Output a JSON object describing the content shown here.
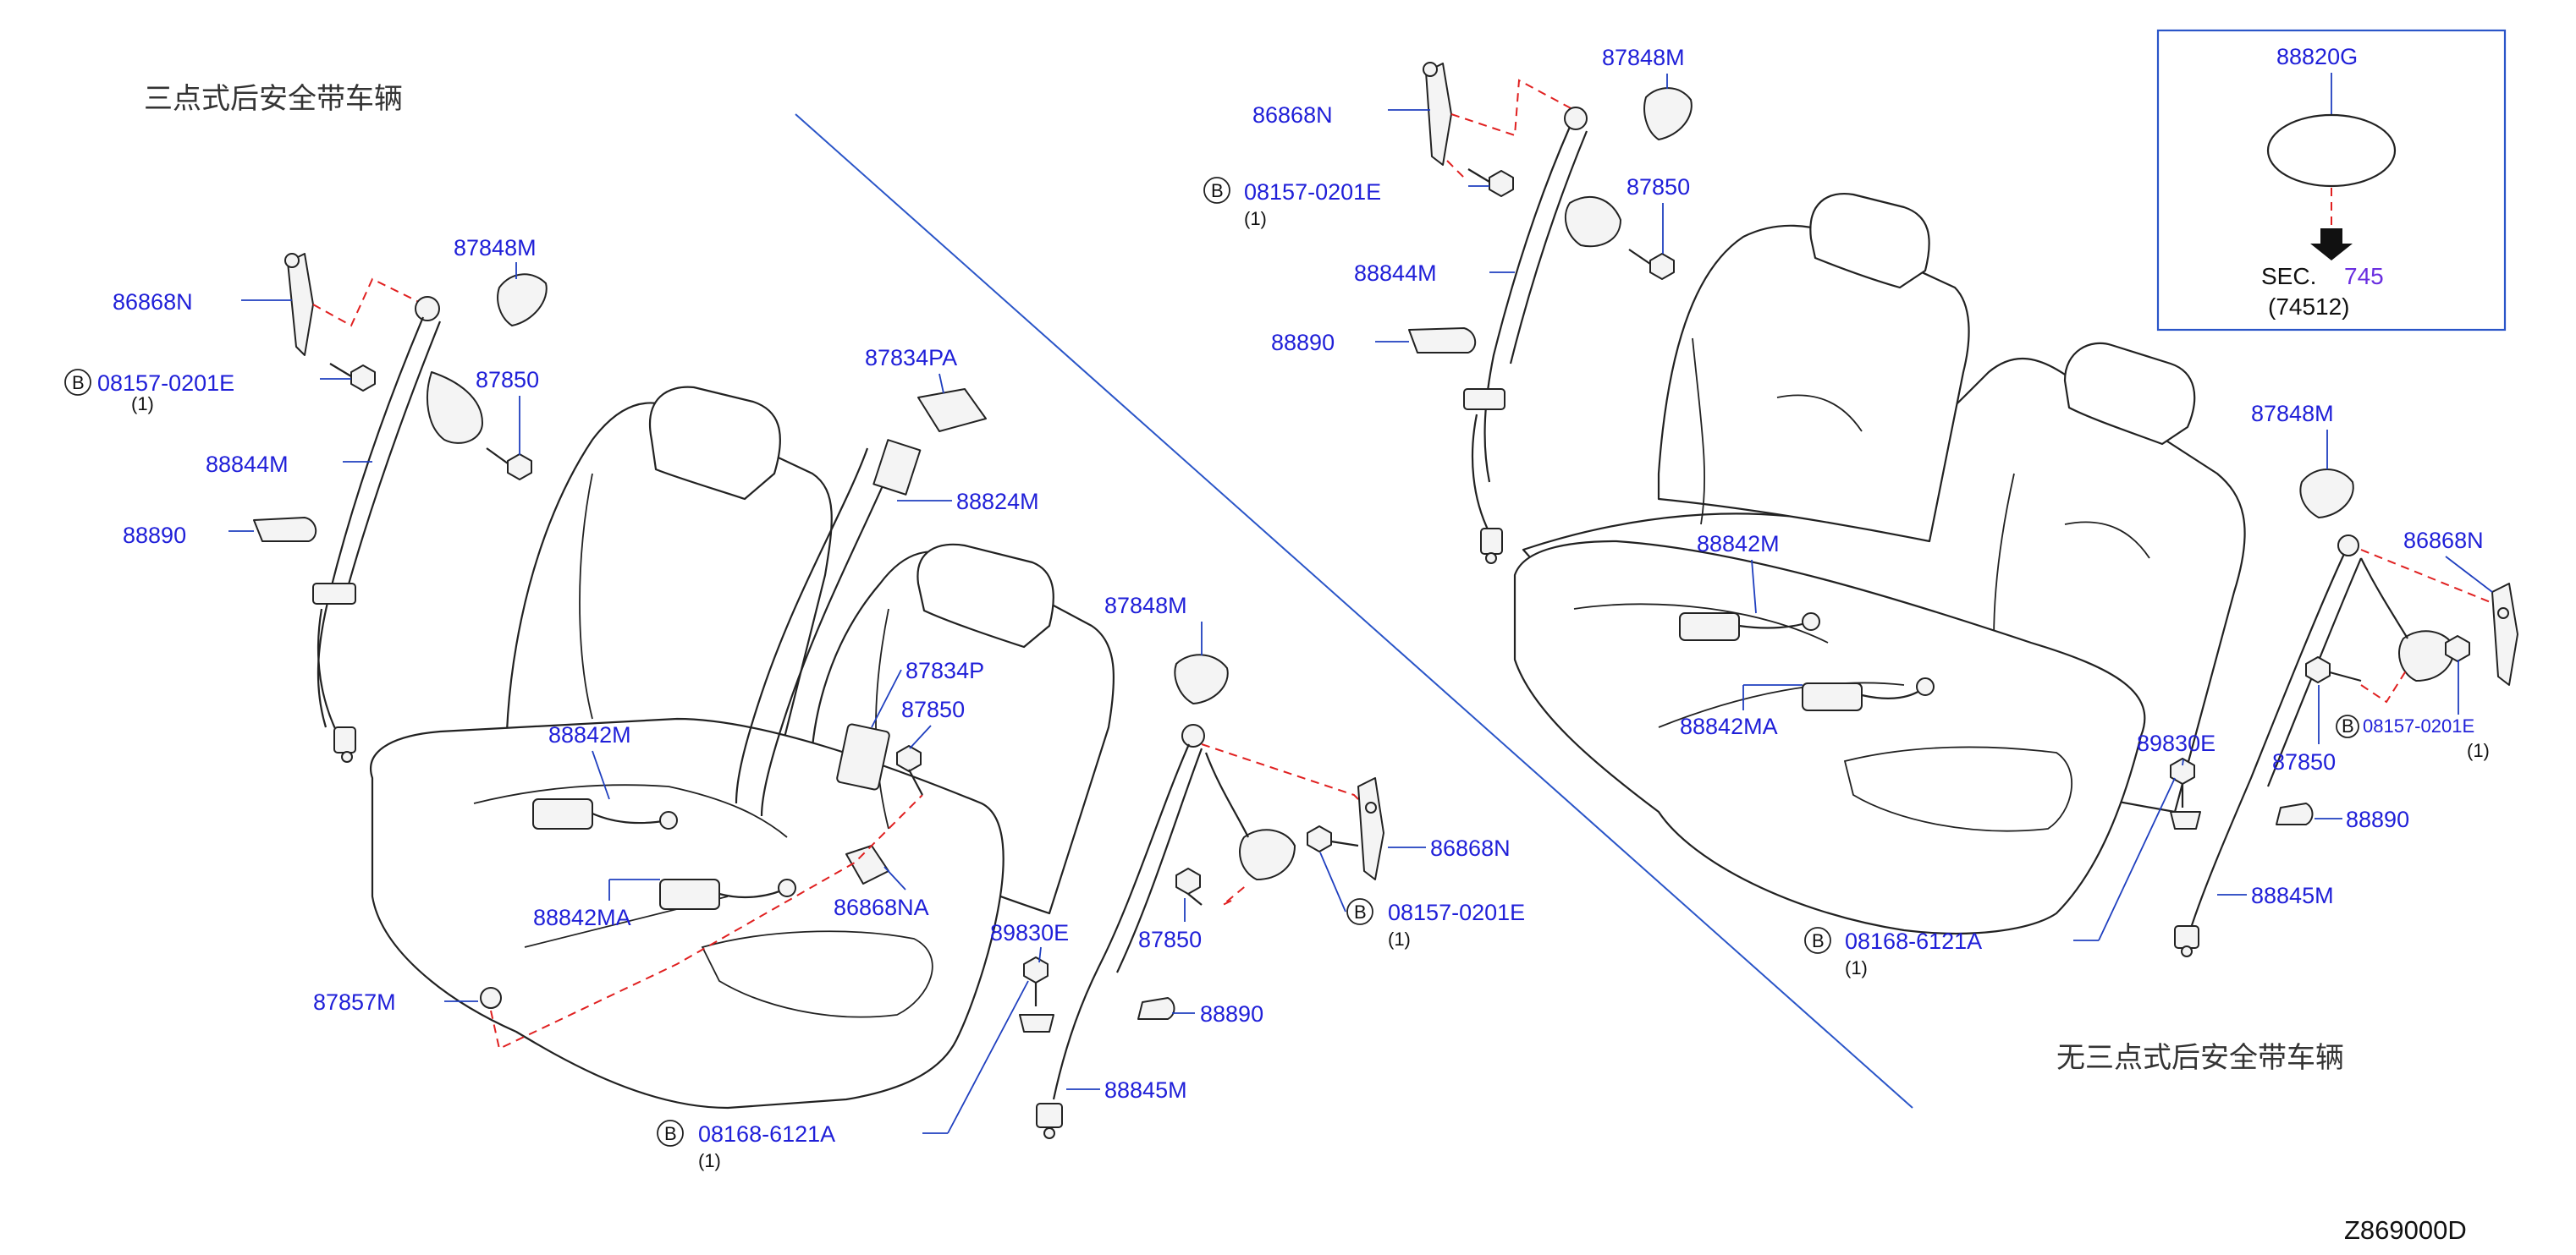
{
  "headings": {
    "left": "三点式后安全带车辆",
    "right": "无三点式后安全带车辆"
  },
  "diagram_code": "Z869000D",
  "inset": {
    "part": "88820G",
    "sec_label": "SEC.",
    "sec_number": "745",
    "sec_sub": "(74512)"
  },
  "bolt_mark": "B",
  "left_labels": {
    "a86868N": "86868N",
    "a08157": "08157-0201E",
    "a08157_qty": "(1)",
    "a87848M": "87848M",
    "a87850": "87850",
    "a88844M": "88844M",
    "a88890": "88890",
    "a87834PA": "87834PA",
    "a88824M": "88824M",
    "a88842M": "88842M",
    "a87834P": "87834P",
    "a87850b": "87850",
    "a88842MA": "88842MA",
    "a86868NA": "86868NA",
    "a87857M": "87857M"
  },
  "middle_labels": {
    "a87848M": "87848M",
    "a86868N": "86868N",
    "a08157": "08157-0201E",
    "a08157_qty": "(1)",
    "a87850": "87850",
    "a89830E": "89830E",
    "a88890": "88890",
    "a88845M": "88845M",
    "a08168": "08168-6121A",
    "a08168_qty": "(1)"
  },
  "right_labels": {
    "a86868N": "86868N",
    "a08157": "08157-0201E",
    "a08157_qty": "(1)",
    "a87848M": "87848M",
    "a87850": "87850",
    "a88844M": "88844M",
    "a88890": "88890",
    "a88842M": "88842M",
    "a88842MA": "88842MA",
    "a87848M_b": "87848M",
    "a86868N_b": "86868N",
    "a89830E": "89830E",
    "a87850_b": "87850",
    "a08157_b": "08157-0201E",
    "a08157_b_qty": "(1)",
    "a88890_b": "88890",
    "a88845M": "88845M",
    "a08168": "08168-6121A",
    "a08168_qty": "(1)"
  }
}
